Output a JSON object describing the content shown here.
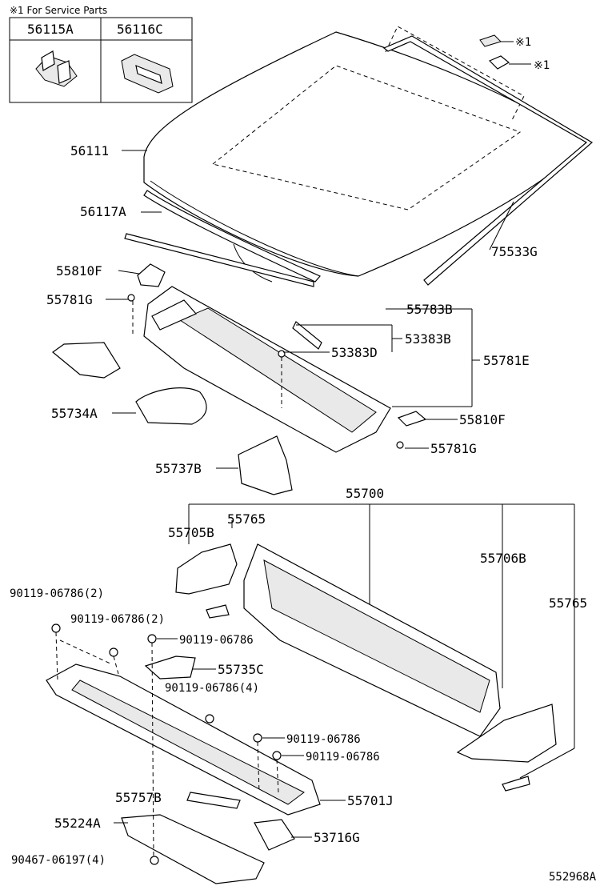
{
  "service_note": "※1 For Service Parts",
  "service_table": {
    "col1": "56115A",
    "col2": "56116C"
  },
  "service_marks": [
    "※1",
    "※1"
  ],
  "labels": {
    "l56111": "56111",
    "l56117A": "56117A",
    "l75533G": "75533G",
    "l55810F_a": "55810F",
    "l55781G_a": "55781G",
    "l55783B": "55783B",
    "l53383B": "53383B",
    "l53383D": "53383D",
    "l55781E": "55781E",
    "l55734A": "55734A",
    "l55810F_b": "55810F",
    "l55781G_b": "55781G",
    "l55737B": "55737B",
    "l55700": "55700",
    "l55765_a": "55765",
    "l55705B": "55705B",
    "l55706B": "55706B",
    "l55765_b": "55765",
    "l90119_2a": "90119-06786(2)",
    "l90119_2b": "90119-06786(2)",
    "l90119_a": "90119-06786",
    "l55735C": "55735C",
    "l90119_4": "90119-06786(4)",
    "l90119_b": "90119-06786",
    "l90119_c": "90119-06786",
    "l55757B": "55757B",
    "l55701J": "55701J",
    "l55224A": "55224A",
    "l53716G": "53716G",
    "l90467": "90467-06197(4)",
    "diagram_id": "552968A"
  }
}
